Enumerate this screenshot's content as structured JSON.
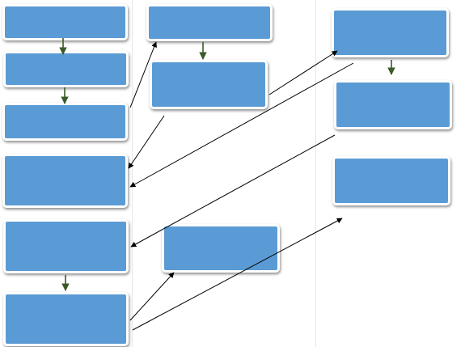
{
  "colors": {
    "box_fill": "#5b9bd5",
    "box_border": "#ffffff",
    "connector_line": "#000000",
    "down_arrow": "#3a5a28",
    "divider": "#e6e6e6",
    "background": "#ffffff"
  },
  "diagram": {
    "type": "flowchart",
    "box_labels": [
      "",
      "",
      "",
      "",
      "",
      "",
      "",
      "",
      "",
      "",
      "",
      "",
      ""
    ],
    "columns": [
      {
        "name": "left",
        "boxes": [
          "box-1",
          "box-2",
          "box-3",
          "box-4",
          "box-5",
          "box-6"
        ]
      },
      {
        "name": "middle",
        "boxes": [
          "box-7",
          "box-8",
          "box-9"
        ]
      },
      {
        "name": "right",
        "boxes": [
          "box-10",
          "box-11",
          "box-12"
        ]
      }
    ],
    "connectors": [
      {
        "from": "box-1",
        "to": "box-2"
      },
      {
        "from": "box-2",
        "to": "box-3"
      },
      {
        "from": "box-5",
        "to": "box-6"
      },
      {
        "from": "box-7",
        "to": "box-8"
      },
      {
        "from": "box-10",
        "to": "box-11"
      },
      {
        "from": "box-3",
        "to": "box-7"
      },
      {
        "from": "box-8",
        "to": "box-4"
      },
      {
        "from": "box-8",
        "to": "box-10"
      },
      {
        "from": "box-10",
        "to": "box-4"
      },
      {
        "from": "box-11",
        "to": "box-5"
      },
      {
        "from": "box-6",
        "to": "box-9"
      },
      {
        "from": "box-6",
        "to": "box-12"
      }
    ]
  }
}
